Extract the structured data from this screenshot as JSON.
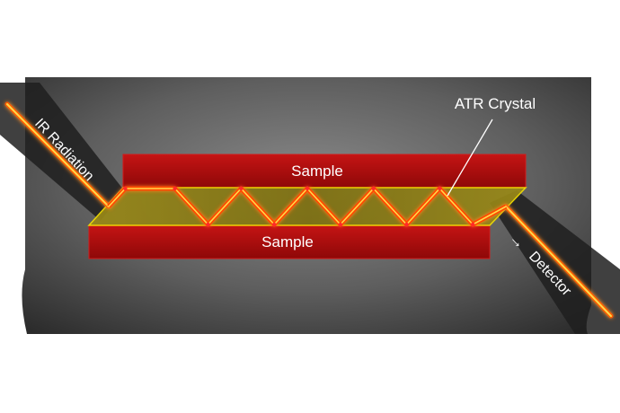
{
  "diagram": {
    "labels": {
      "sample_top": "Sample",
      "sample_bottom": "Sample",
      "crystal": "ATR Crystal",
      "ir_radiation": "IR Radiation",
      "detector": "Detector",
      "arrow_glyph": "→"
    },
    "colors": {
      "background_panel": "#3a3a3a",
      "sample_fill": "#b00d0d",
      "crystal_fill": "#8a7a10",
      "crystal_edge": "#f5e000",
      "beam_core": "#ffd84a",
      "beam_glow": "#ff4a00",
      "text": "#ffffff",
      "leader_line": "#ffffff"
    },
    "reflection_count": 12
  }
}
